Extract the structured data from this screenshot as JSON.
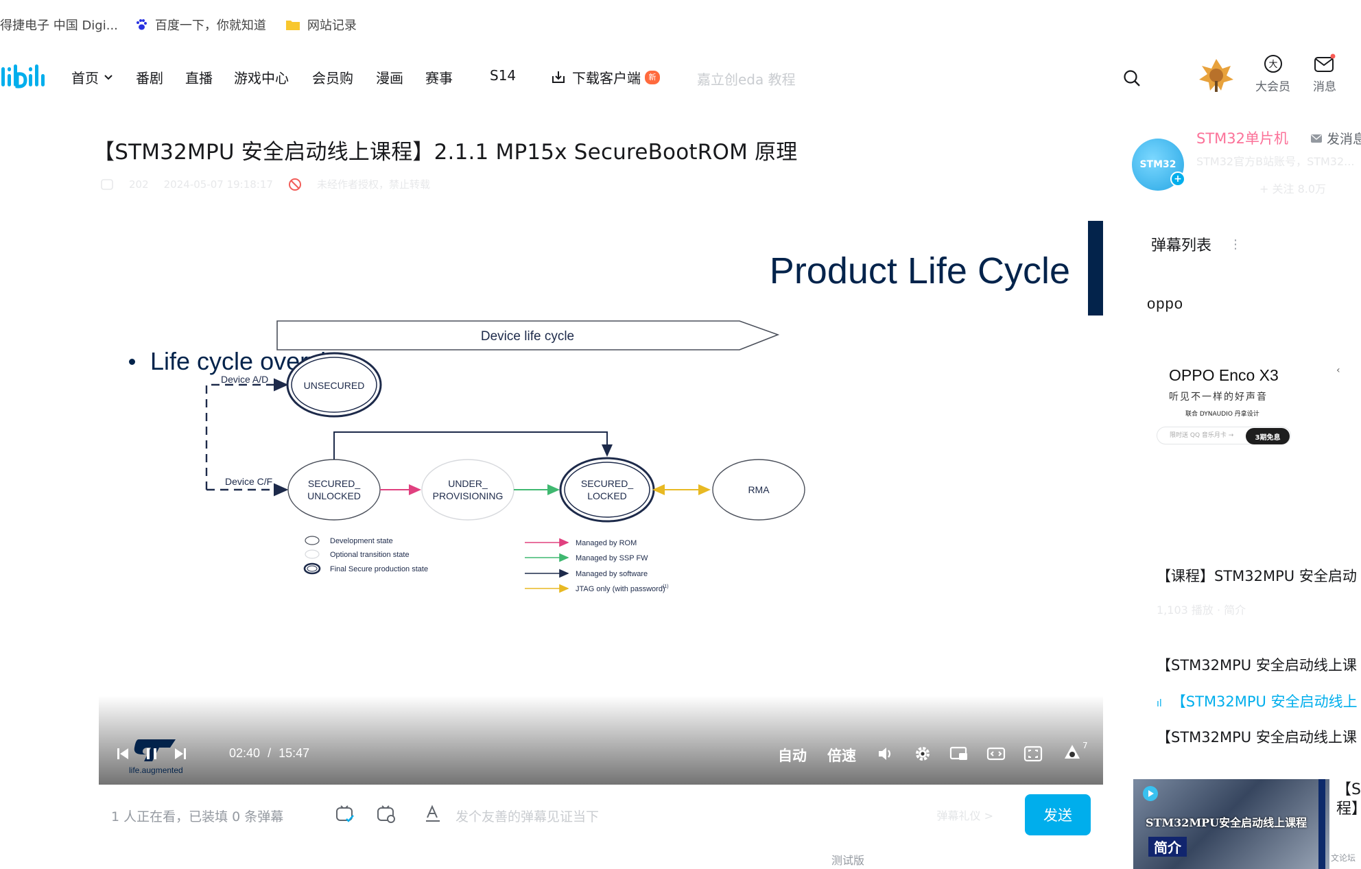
{
  "bookmarks": [
    {
      "label": "得捷电子 中国 Digi...",
      "icon": "digikey-icon"
    },
    {
      "label": "百度一下，你就知道",
      "icon": "baidu-paw-icon"
    },
    {
      "label": "网站记录",
      "icon": "folder-icon"
    }
  ],
  "nav": {
    "logo": "bilibili",
    "items": [
      "首页",
      "番剧",
      "直播",
      "游戏中心",
      "会员购",
      "漫画",
      "赛事",
      "S14"
    ],
    "download_label": "下载客户端",
    "download_badge": "新",
    "search_placeholder": "嘉立创eda 教程",
    "vip_label": "大会员",
    "vip_glyph": "大",
    "messages_label": "消息"
  },
  "video": {
    "title": "【STM32MPU 安全启动线上课程】2.1.1 MP15x SecureBootROM 原理",
    "stats": [
      "202",
      "2024-05-07 19:18:17",
      "未经作者授权，禁止转载"
    ]
  },
  "slide": {
    "title": "Product Life Cycle",
    "bullet": "Life cycle overview",
    "arrow_label": "Device life cycle",
    "states": [
      {
        "id": "unsecured",
        "label": "UNSECURED",
        "type": "final"
      },
      {
        "id": "secured-unlocked",
        "label": "SECURED_\nUNLOCKED",
        "type": "development"
      },
      {
        "id": "under-provisioning",
        "label": "UNDER_\nPROVISIONING",
        "type": "transition"
      },
      {
        "id": "secured-locked",
        "label": "SECURED_\nLOCKED",
        "type": "final"
      },
      {
        "id": "rma",
        "label": "RMA",
        "type": "development"
      }
    ],
    "edge_labels": [
      "Device A/D",
      "Device C/F"
    ],
    "legend_states": [
      "Development state",
      "Optional transition state",
      "Final Secure production state"
    ],
    "legend_edges": [
      {
        "label": "Managed by ROM",
        "color": "#e0407f"
      },
      {
        "label": "Managed by SSP FW",
        "color": "#3fb870"
      },
      {
        "label": "Managed by software",
        "color": "#24314f"
      },
      {
        "label": "JTAG only (with password)",
        "sup": "(1)",
        "color": "#e8b923"
      }
    ],
    "brand_tag": "life.augmented"
  },
  "player": {
    "current_time": "02:40",
    "separator": "/",
    "duration": "15:47",
    "quality": "自动",
    "speed": "倍速",
    "danmaku_count_badge": "7"
  },
  "danmaku_bar": {
    "info": "1 人正在看，已装填 0 条弹幕",
    "input_placeholder": "发个友善的弹幕见证当下",
    "etiquette": "弹幕礼仪 >",
    "send_label": "发送",
    "below_label": "测试版"
  },
  "uploader": {
    "name": "STM32单片机",
    "avatar_text": "STM32",
    "message_label": "发消息",
    "desc": "STM32官方B站账号，STM32...",
    "follow_info": "+ 关注 8.0万"
  },
  "sidebar": {
    "danmaku_list_title": "弹幕列表",
    "more_glyph": "⋮"
  },
  "ad": {
    "brand": "oppo",
    "title": "OPPO Enco X3",
    "subtitle": "听见不一样的好声音",
    "co_brand": "联合 DYNAUDIO 丹拿设计",
    "pill_text": "限时送 QQ 音乐月卡 →",
    "button": "3期免息"
  },
  "playlist": {
    "items": [
      {
        "label": "【课程】STM32MPU 安全启动",
        "active": false
      },
      {
        "label": "【STM32MPU 安全启动线上课",
        "active": false
      },
      {
        "label": "【STM32MPU 安全启动线上",
        "active": true
      },
      {
        "label": "【STM32MPU 安全启动线上课",
        "active": false
      }
    ],
    "meta": "1,103 播放 · 简介"
  },
  "recommend": {
    "thumb_caption": "STM32MPU安全启动线上课程",
    "thumb_caption2": "简介",
    "title_cut": "【ST 程】",
    "forum": "文论坛"
  }
}
